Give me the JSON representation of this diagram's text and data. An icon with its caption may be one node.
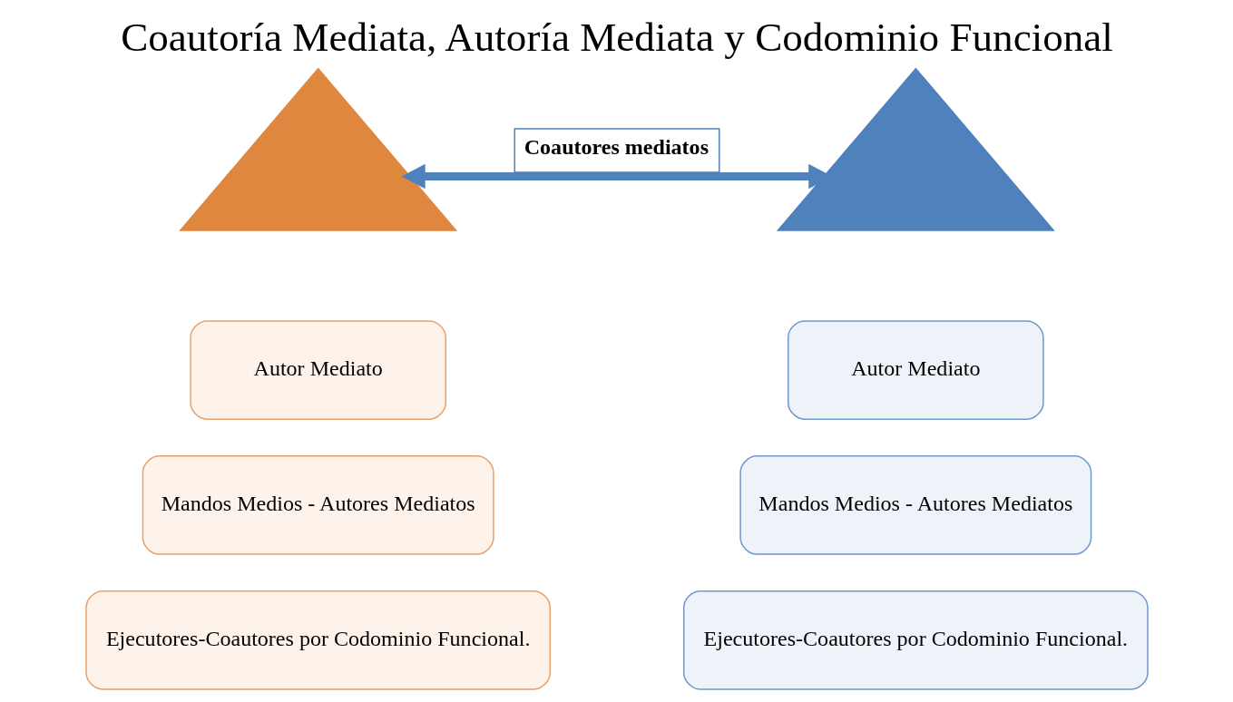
{
  "diagram": {
    "title": "Coautoría Mediata, Autoría Mediata y Codominio Funcional",
    "nodes": [
      {
        "text": [],
        "shape": "triangle"
      },
      {
        "text": [
          "Autor Mediato"
        ]
      },
      {
        "text": [
          "Mandos Medios - Autores Mediatos"
        ]
      },
      {
        "text": [
          "Ejecutores-Coautores por Codominio Funcional."
        ]
      },
      {
        "text": [],
        "shape": "triangle"
      },
      {
        "text": [
          "Autor Mediato"
        ]
      },
      {
        "text": [
          "Mandos Medios - Autores Mediatos"
        ]
      },
      {
        "text": [
          "Ejecutores-Coautores por Codominio Funcional."
        ]
      }
    ],
    "edges": [
      {
        "from": 0,
        "to": 4,
        "arrow": "both",
        "label": "Coautores mediatos"
      }
    ]
  }
}
